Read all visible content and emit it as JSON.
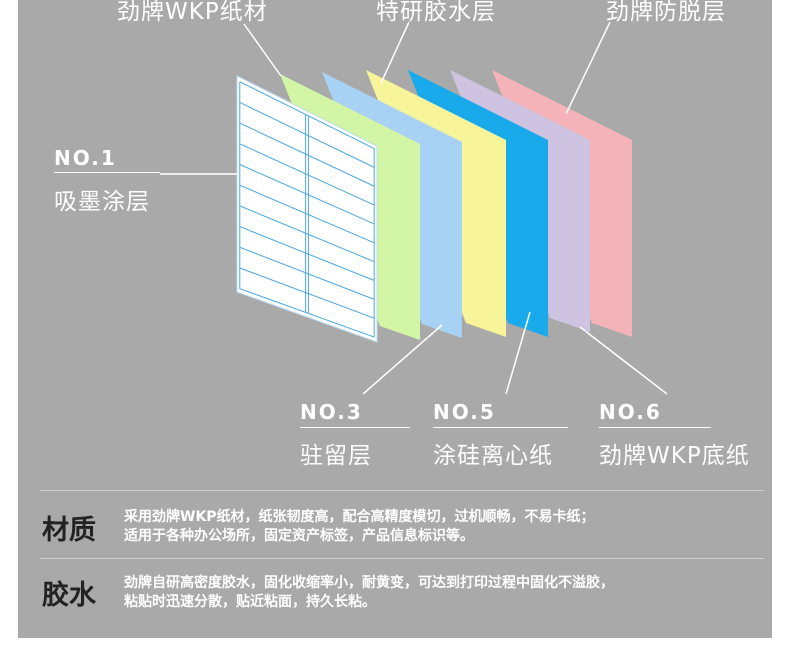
{
  "top_labels": {
    "kraft_paper": "劲牌WKP纸材",
    "adhesive": "特研胶水层",
    "release_layer": "劲牌防脱层"
  },
  "layers": {
    "no1": {
      "number": "NO.1",
      "name": "吸墨涂层"
    },
    "no3": {
      "number": "NO.3",
      "name": "驻留层"
    },
    "no5": {
      "number": "NO.5",
      "name": "涂硅离心纸"
    },
    "no6": {
      "number": "NO.6",
      "name": "劲牌WKP底纸"
    }
  },
  "layer_colors": {
    "label_sheet": "#ffffff",
    "green": "#d3f5a6",
    "light_blue": "#a8d2f3",
    "yellow": "#f8f49a",
    "blue": "#18aaea",
    "lavender": "#cec4e2",
    "pink": "#f4b3b8",
    "grid": "#4aa8e2"
  },
  "features": [
    {
      "title": "材质",
      "lines": [
        "采用劲牌WKP纸材，纸张韧度高，配合高精度模切，过机顺畅，不易卡纸；",
        "适用于各种办公场所，固定资产标签，产品信息标识等。"
      ]
    },
    {
      "title": "胶水",
      "lines": [
        "劲牌自研高密度胶水，固化收缩率小，耐黄变，可达到打印过程中固化不溢胶，",
        "粘贴时迅速分散，贴近粘面，持久长粘。"
      ]
    }
  ]
}
